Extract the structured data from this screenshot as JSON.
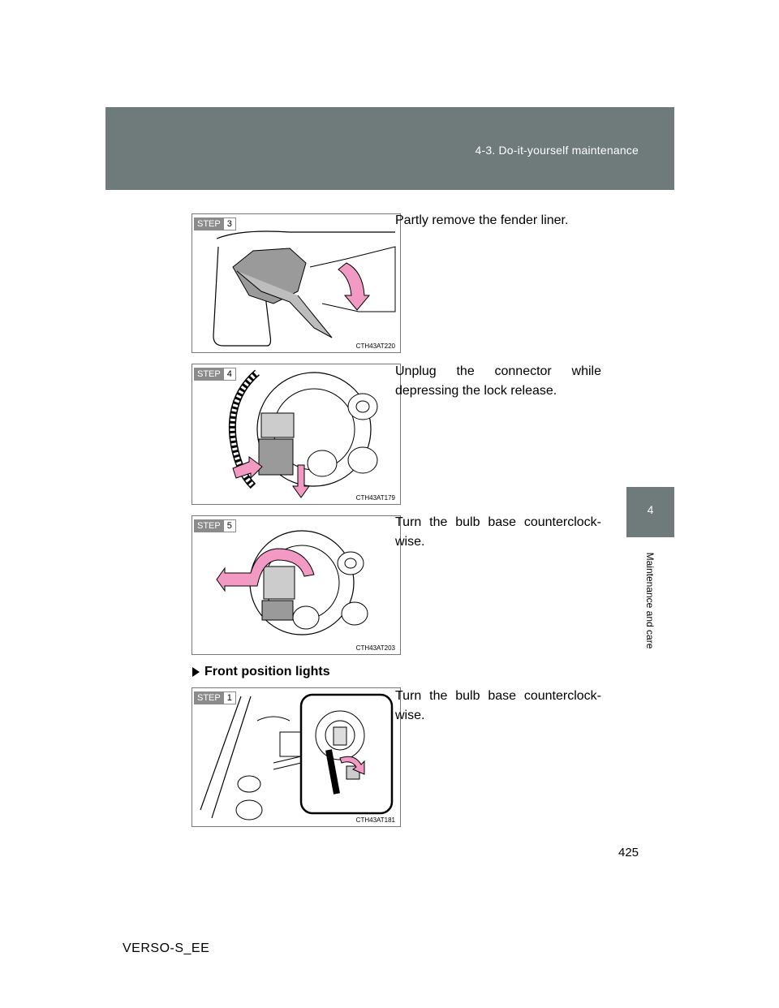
{
  "header": {
    "section": "4-3. Do-it-yourself maintenance"
  },
  "side_tab": {
    "number": "4",
    "label": "Maintenance and care"
  },
  "steps": [
    {
      "step_word": "STEP",
      "step_number": "3",
      "figure_code": "CTH43AT220",
      "text": "Partly remove the fender liner."
    },
    {
      "step_word": "STEP",
      "step_number": "4",
      "figure_code": "CTH43AT179",
      "text": "Unplug the connector while depressing the lock release."
    },
    {
      "step_word": "STEP",
      "step_number": "5",
      "figure_code": "CTH43AT203",
      "text": "Turn the bulb base counterclock-wise."
    },
    {
      "step_word": "STEP",
      "step_number": "1",
      "figure_code": "CTH43AT181",
      "text": "Turn the bulb base counterclock-wise."
    }
  ],
  "section_heading": "Front position lights",
  "page_number": "425",
  "model_code": "VERSO-S_EE",
  "colors": {
    "header_band": "#6f7b7a",
    "arrow_pink": "#f39ac4",
    "step_badge": "#8b8b8b"
  },
  "icons": {
    "bullet": "triangle-bullet-icon"
  }
}
